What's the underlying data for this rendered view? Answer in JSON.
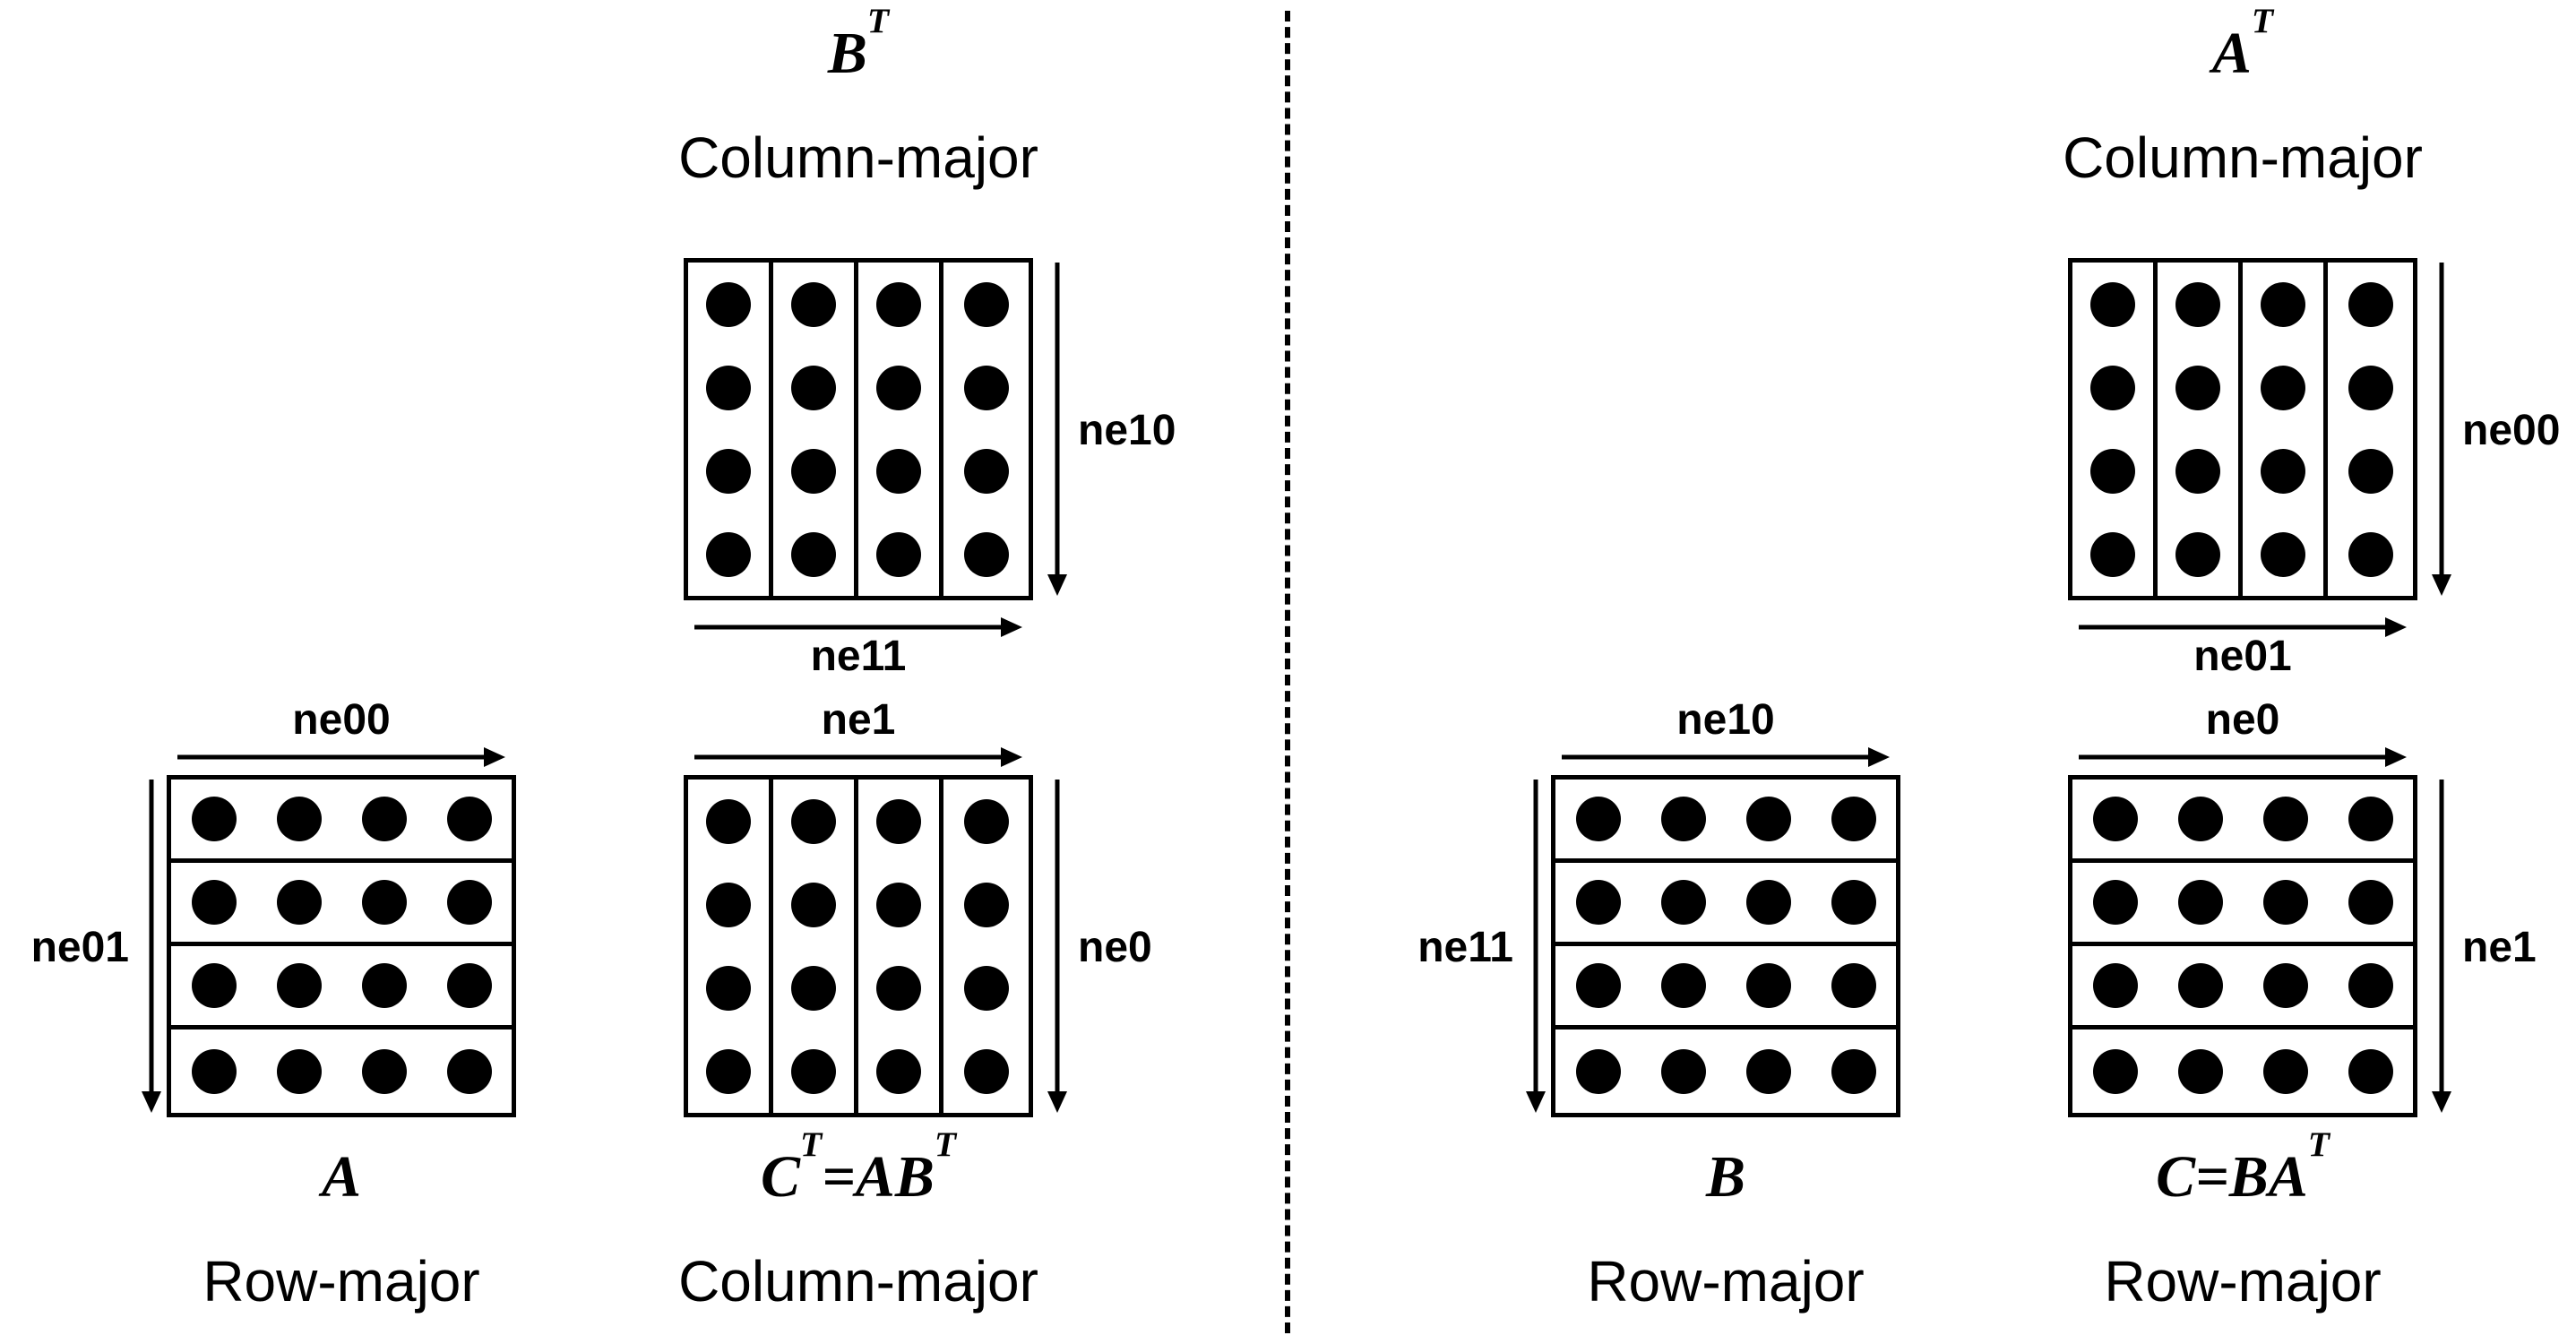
{
  "colors": {
    "ink": "#000000",
    "background": "#ffffff"
  },
  "divider": {
    "style": "dashed-vertical"
  },
  "matrices": {
    "bt": {
      "name": "B^T",
      "layout": "Column-major",
      "orientation": "column",
      "rows": 4,
      "cols": 4,
      "arrows": {
        "right": "ne10",
        "bottom": "ne11"
      }
    },
    "a": {
      "name": "A",
      "layout": "Row-major",
      "orientation": "row",
      "rows": 4,
      "cols": 4,
      "arrows": {
        "top": "ne00",
        "left": "ne01"
      }
    },
    "ct": {
      "name": "C^T=AB^T",
      "layout": "Column-major",
      "orientation": "column",
      "rows": 4,
      "cols": 4,
      "arrows": {
        "top": "ne1",
        "right": "ne0"
      }
    },
    "at": {
      "name": "A^T",
      "layout": "Column-major",
      "orientation": "column",
      "rows": 4,
      "cols": 4,
      "arrows": {
        "right": "ne00",
        "bottom": "ne01"
      }
    },
    "b": {
      "name": "B",
      "layout": "Row-major",
      "orientation": "row",
      "rows": 4,
      "cols": 4,
      "arrows": {
        "top": "ne10",
        "left": "ne11"
      }
    },
    "c": {
      "name": "C=BA^T",
      "layout": "Row-major",
      "orientation": "row",
      "rows": 4,
      "cols": 4,
      "arrows": {
        "top": "ne0",
        "right": "ne1"
      }
    }
  }
}
